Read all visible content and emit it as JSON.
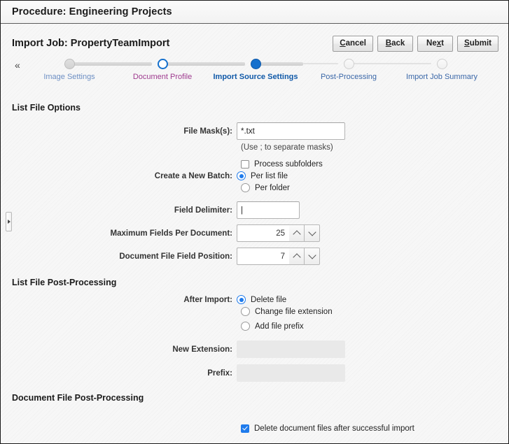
{
  "window": {
    "title": "Procedure: Engineering Projects"
  },
  "header": {
    "job_title": "Import Job: PropertyTeamImport",
    "buttons": [
      {
        "name": "cancel",
        "pre": "",
        "key": "C",
        "post": "ancel"
      },
      {
        "name": "back",
        "pre": "",
        "key": "B",
        "post": "ack"
      },
      {
        "name": "next",
        "pre": "Ne",
        "key": "x",
        "post": "t"
      },
      {
        "name": "submit",
        "pre": "",
        "key": "S",
        "post": "ubmit"
      }
    ]
  },
  "train": {
    "collapse_icon": "«",
    "steps": [
      {
        "label": "Image Settings",
        "state": "visited"
      },
      {
        "label": "Document Profile",
        "state": "done"
      },
      {
        "label": "Import Source Settings",
        "state": "current"
      },
      {
        "label": "Post-Processing",
        "state": "future"
      },
      {
        "label": "Import Job Summary",
        "state": "future"
      }
    ]
  },
  "sections": {
    "list_file_options": {
      "heading": "List File Options",
      "file_mask_label": "File Mask(s):",
      "file_mask_value": "*.txt",
      "file_mask_hint": "(Use ; to separate masks)",
      "process_subfolders_label": "Process subfolders",
      "process_subfolders_checked": false,
      "create_batch_label": "Create a New Batch:",
      "create_batch_options": [
        {
          "label": "Per list file",
          "checked": true
        },
        {
          "label": "Per folder",
          "checked": false
        }
      ],
      "field_delimiter_label": "Field Delimiter:",
      "field_delimiter_value": "|",
      "max_fields_label": "Maximum Fields Per Document:",
      "max_fields_value": "25",
      "doc_field_position_label": "Document File Field Position:",
      "doc_field_position_value": "7"
    },
    "list_file_post_processing": {
      "heading": "List File Post-Processing",
      "after_import_label": "After Import:",
      "after_import_options": [
        {
          "label": "Delete file",
          "checked": true
        },
        {
          "label": "Change file extension",
          "checked": false
        },
        {
          "label": "Add file prefix",
          "checked": false
        }
      ],
      "new_extension_label": "New Extension:",
      "new_extension_value": "",
      "prefix_label": "Prefix:",
      "prefix_value": ""
    },
    "document_file_post_processing": {
      "heading": "Document File Post-Processing",
      "delete_docs_label": "Delete document files after successful import",
      "delete_docs_checked": true
    }
  },
  "colors": {
    "accent_blue": "#1f7bec",
    "current_step": "#1570cd",
    "done_step_label": "#9f3b8f",
    "link_blue": "#3a67a8"
  }
}
